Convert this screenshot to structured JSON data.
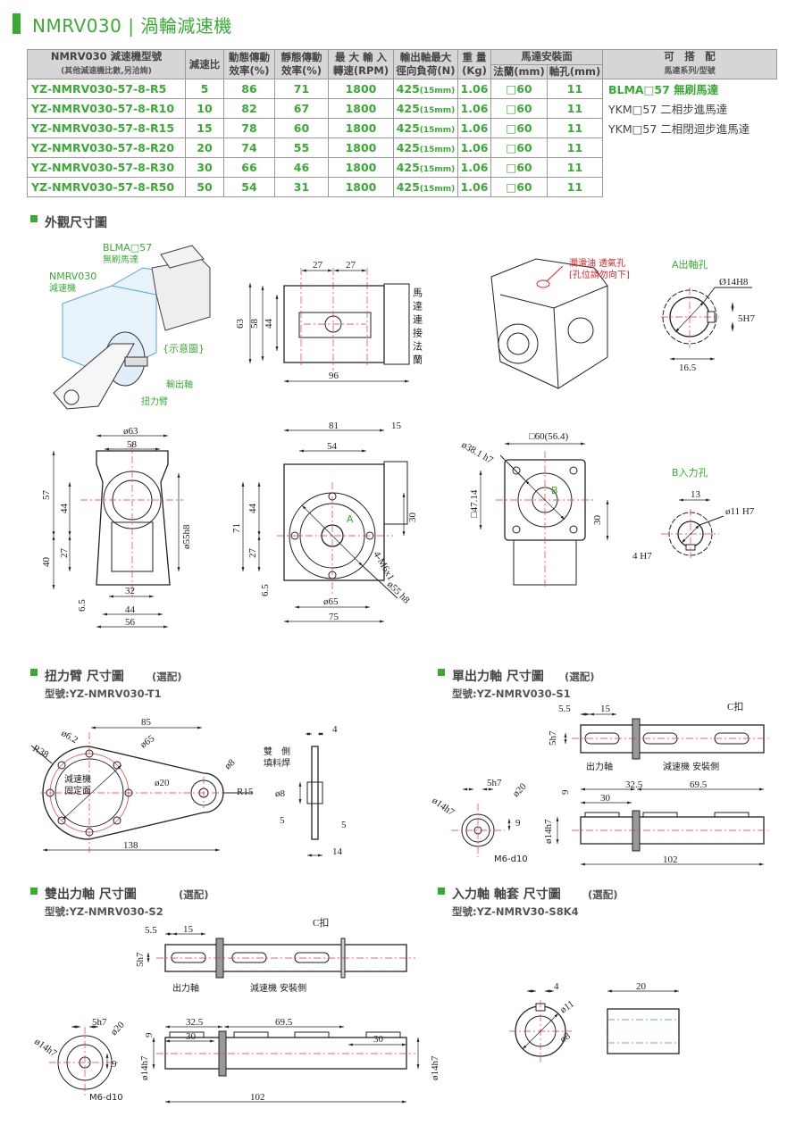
{
  "title": "NMRV030 | 渦輪減速機",
  "table": {
    "h_model": "NMRV030 減速機型號",
    "h_model_note": "(其他減速機比數,另洽詢)",
    "h_ratio": "減速比",
    "h_dyn1": "動態傳動",
    "h_dyn2": "效率(%)",
    "h_stat1": "靜態傳動",
    "h_stat2": "效率(%)",
    "h_rpm1": "最 大 輸 入",
    "h_rpm2": "轉速(RPM)",
    "h_load1": "輸出軸最大",
    "h_load2": "徑向負荷(N)",
    "h_wt1": "重 量",
    "h_wt2": "(Kg)",
    "h_mount": "馬達安裝面",
    "h_flange": "法蘭(mm)",
    "h_shaft": "軸孔(mm)",
    "h_match1": "可　搭　配",
    "h_match2": "馬達系列/型號",
    "rows": [
      {
        "model": "YZ-NMRV030-57-8-R5",
        "ratio": "5",
        "dyn": "86",
        "stat": "71",
        "rpm": "1800",
        "load": "425",
        "load_note": "(15mm)",
        "wt": "1.06",
        "flange": "□60",
        "shaft": "11"
      },
      {
        "model": "YZ-NMRV030-57-8-R10",
        "ratio": "10",
        "dyn": "82",
        "stat": "67",
        "rpm": "1800",
        "load": "425",
        "load_note": "(15mm)",
        "wt": "1.06",
        "flange": "□60",
        "shaft": "11"
      },
      {
        "model": "YZ-NMRV030-57-8-R15",
        "ratio": "15",
        "dyn": "78",
        "stat": "60",
        "rpm": "1800",
        "load": "425",
        "load_note": "(15mm)",
        "wt": "1.06",
        "flange": "□60",
        "shaft": "11"
      },
      {
        "model": "YZ-NMRV030-57-8-R20",
        "ratio": "20",
        "dyn": "74",
        "stat": "55",
        "rpm": "1800",
        "load": "425",
        "load_note": "(15mm)",
        "wt": "1.06",
        "flange": "□60",
        "shaft": "11"
      },
      {
        "model": "YZ-NMRV030-57-8-R30",
        "ratio": "30",
        "dyn": "66",
        "stat": "46",
        "rpm": "1800",
        "load": "425",
        "load_note": "(15mm)",
        "wt": "1.06",
        "flange": "□60",
        "shaft": "11"
      },
      {
        "model": "YZ-NMRV030-57-8-R50",
        "ratio": "50",
        "dyn": "54",
        "stat": "31",
        "rpm": "1800",
        "load": "425",
        "load_note": "(15mm)",
        "wt": "1.06",
        "flange": "□60",
        "shaft": "11"
      }
    ],
    "motors": [
      "BLMA□57 無刷馬達",
      "YKM□57 二相步進馬達",
      "YKM□57 二相閉迴步進馬達"
    ]
  },
  "ext": {
    "heading": "外觀尺寸圖",
    "blma": "BLMA□57",
    "blma2": "無刷馬達",
    "nmrv": "NMRV030",
    "nmrv2": "減速機",
    "note": "{示意圖}",
    "out": "輸出軸",
    "arm": "扭力臂",
    "d27a": "27",
    "d27b": "27",
    "d63": "63",
    "d58": "58",
    "d44": "44",
    "d96": "96",
    "flange": "馬達連接法蘭",
    "oil": "潤滑油  透氣孔",
    "oil2": "[孔位請勿向下]",
    "a_title": "A出軸孔",
    "a_d": "Ø14H8",
    "a_key": "5H7",
    "a_w": "16.5",
    "f_63": "ø63",
    "f_58": "58",
    "f_57": "57",
    "f_44": "44",
    "f_40": "40",
    "f_27": "27",
    "f_55": "ø55h8",
    "f_32": "32",
    "f_44b": "44",
    "f_56": "56",
    "f_65": "6.5",
    "s_81": "81",
    "s_15": "15",
    "s_54": "54",
    "s_71": "71",
    "s_44": "44",
    "s_27": "27",
    "s_30": "30",
    "s_65": "6.5",
    "s_o65": "ø65",
    "s_75": "75",
    "s_m6": "4-M6x1",
    "s_55": "ø55 h8",
    "s_A": "A",
    "m_60": "□60(56.4)",
    "m_38": "ø38.1 h7",
    "m_47": "□47.14",
    "m_30": "30",
    "m_B": "B",
    "b_title": "B入力孔",
    "b_13": "13",
    "b_11": "ø11 H7",
    "b_4": "4 H7"
  },
  "arm": {
    "heading": "扭力臂 尺寸圖",
    "opt": "(選配)",
    "model": "型號:YZ-NMRV030-T1",
    "d85": "85",
    "d62": "ø6.2",
    "r38": "R38",
    "d65": "ø65",
    "d8": "ø8",
    "d20": "ø20",
    "r15": "R15",
    "fix1": "減速機",
    "fix2": "固定面",
    "d138": "138",
    "t4": "4",
    "weld1": "雙　側",
    "weld2": "填料焊",
    "t8": "ø8",
    "t5a": "5",
    "t5b": "5",
    "t14": "14"
  },
  "s1": {
    "heading": "單出力軸 尺寸圖",
    "opt": "(選配)",
    "model": "型號:YZ-NMRV030-S1",
    "d55": "5.5",
    "d15": "15",
    "c": "C扣",
    "k": "5h7",
    "out": "出力軸",
    "side": "減速機 安裝側",
    "d325": "32.5",
    "d695": "69.5",
    "d30": "30",
    "d9": "9",
    "d14": "ø14h7",
    "d102": "102",
    "e5": "5h7",
    "e20": "ø20",
    "e14": "ø14h7",
    "e9": "9",
    "em6": "M6-d10"
  },
  "s2": {
    "heading": "雙出力軸 尺寸圖",
    "opt": "(選配)",
    "model": "型號:YZ-NMRV030-S2",
    "d55": "5.5",
    "d15": "15",
    "c": "C扣",
    "k": "5h7",
    "out": "出力軸",
    "side": "減速機 安裝側",
    "d325": "32.5",
    "d695": "69.5",
    "d30a": "30",
    "d30b": "30",
    "d9": "9",
    "d14a": "ø14h7",
    "d14b": "ø14h7",
    "d102": "102",
    "e5": "5h7",
    "e20": "ø20",
    "e14": "ø14h7",
    "e9": "9",
    "em6": "M6-d10"
  },
  "s8": {
    "heading": "入力軸 軸套 尺寸圖",
    "opt": "(選配)",
    "model": "型號:YZ-NMRV30-S8K4",
    "d4": "4",
    "d11": "ø11",
    "d8": "ø8",
    "d20": "20"
  }
}
